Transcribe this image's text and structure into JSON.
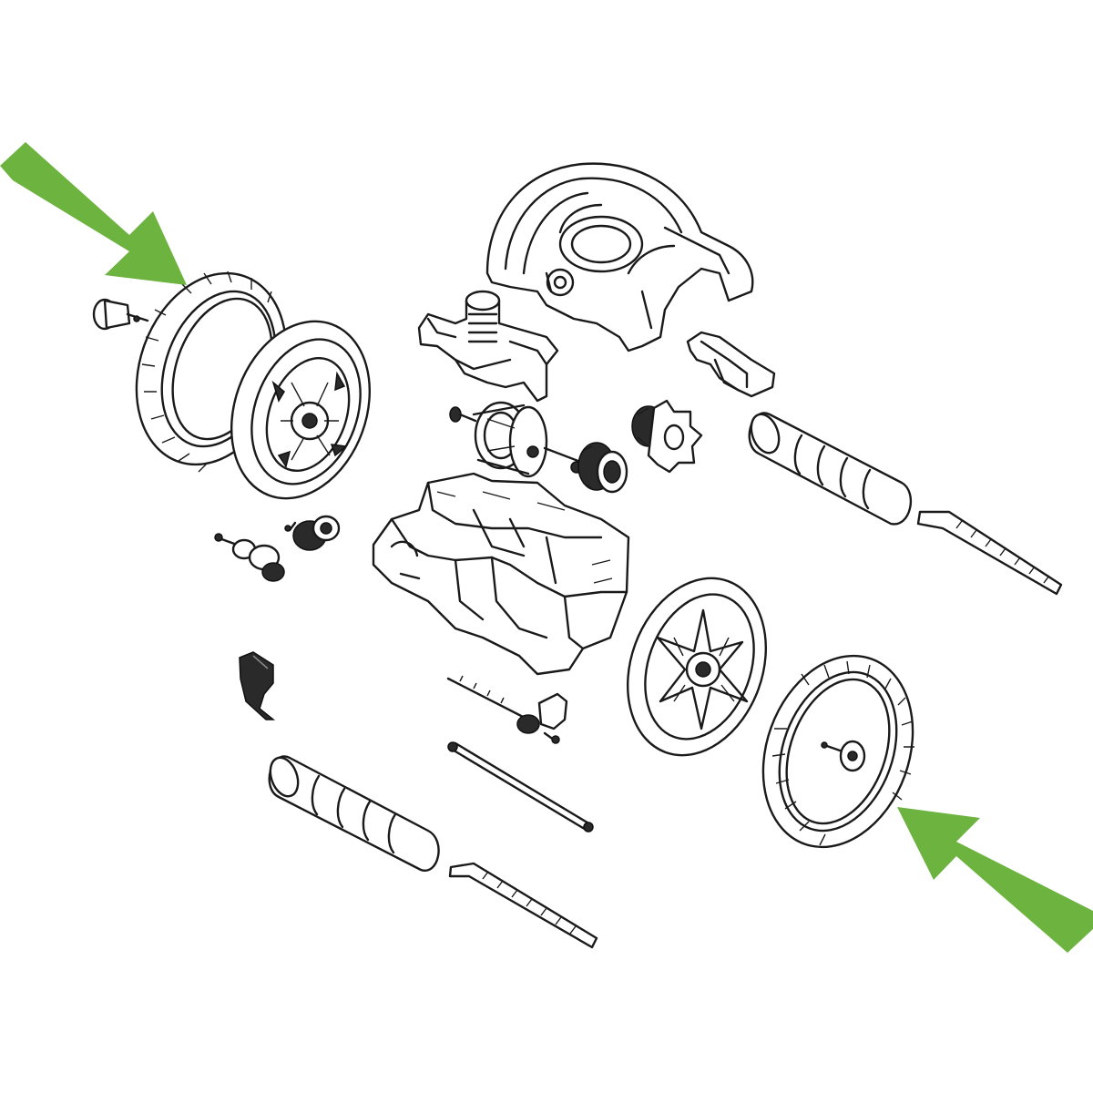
{
  "diagram": {
    "kind": "exploded-parts-view",
    "highlight_color": "#6cb33f",
    "line_color": "#1a1a1a",
    "background_color": "#ffffff",
    "callouts": [
      {
        "id": "arrow-top-left",
        "points_to": "tire-left"
      },
      {
        "id": "arrow-bottom-right",
        "points_to": "tire-right"
      }
    ],
    "parts": [
      "top-cover-shell",
      "swivel-inlet-housing",
      "handle-clip",
      "turbine-rotor",
      "drive-gear-cluster",
      "star-gear",
      "roller-brush-right",
      "track-shaft-right",
      "tire-left",
      "wheel-hub-left",
      "axle-pin-left",
      "gear-stack-left",
      "pinion-left",
      "chassis-body",
      "wheel-hub-right",
      "tire-right",
      "axle-pin-right",
      "flap-bracket",
      "drive-shaft-center",
      "connecting-rod",
      "roller-brush-left",
      "track-shaft-left"
    ]
  }
}
